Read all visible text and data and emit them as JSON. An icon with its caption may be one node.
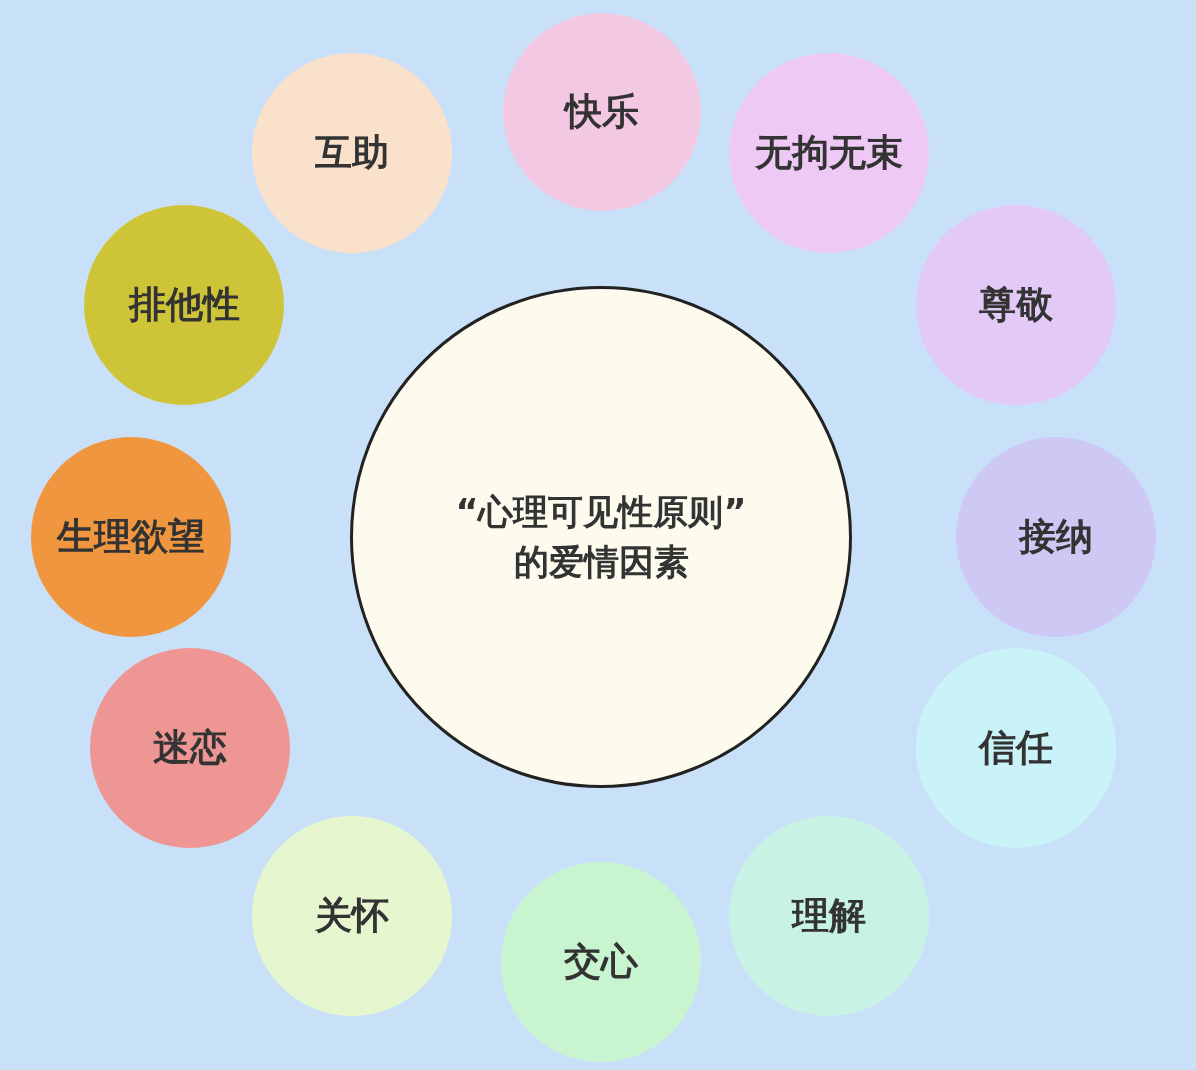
{
  "diagram": {
    "nodes": [
      {
        "text": [
          "“心理可见性原则”的爱情因素"
        ]
      },
      {
        "text": [
          "快乐"
        ]
      },
      {
        "text": [
          "无拘无束"
        ]
      },
      {
        "text": [
          "尊敬"
        ]
      },
      {
        "text": [
          "接纳"
        ]
      },
      {
        "text": [
          "信任"
        ]
      },
      {
        "text": [
          "理解"
        ]
      },
      {
        "text": [
          "交心"
        ]
      },
      {
        "text": [
          "关怀"
        ]
      },
      {
        "text": [
          "迷恋"
        ]
      },
      {
        "text": [
          "生理欲望"
        ]
      },
      {
        "text": [
          "排他性"
        ]
      },
      {
        "text": [
          "互助"
        ]
      }
    ]
  }
}
